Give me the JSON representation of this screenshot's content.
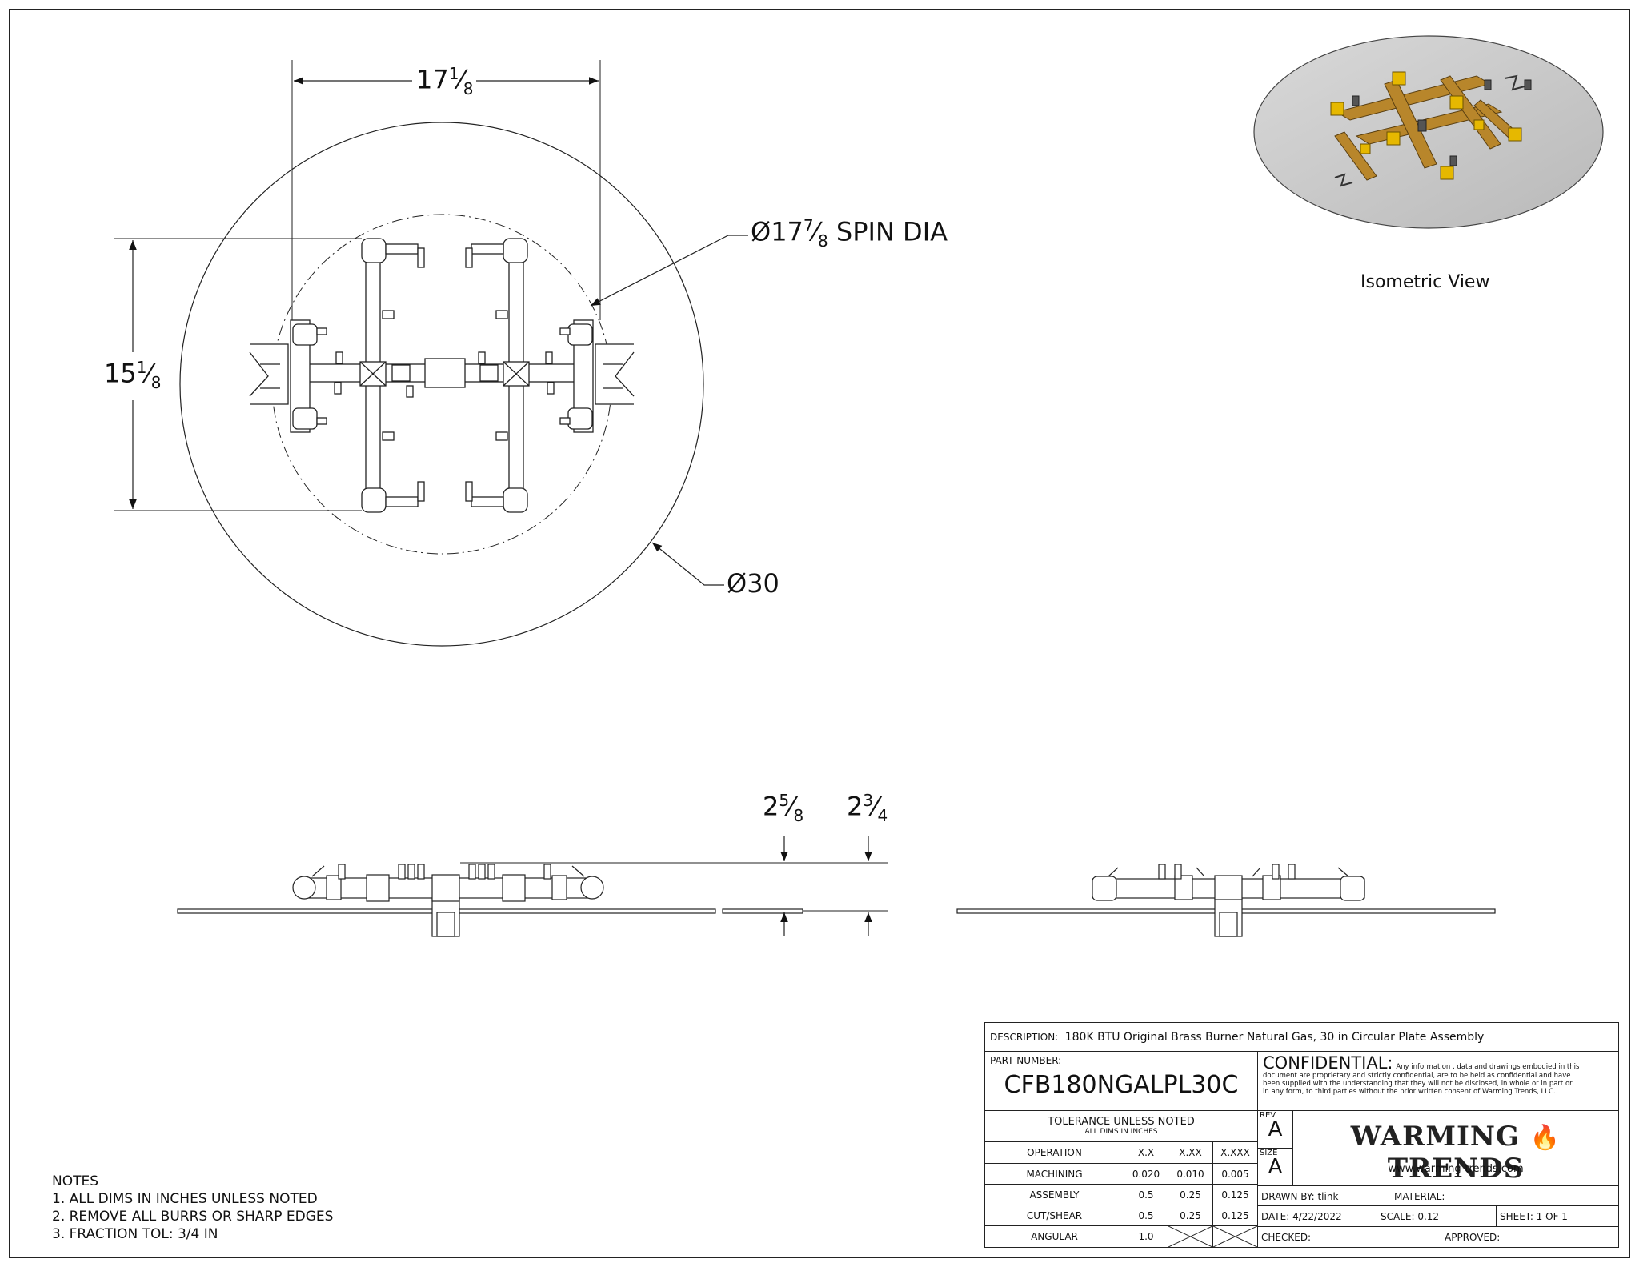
{
  "dims": {
    "top_width": {
      "whole": "17",
      "num": "1",
      "den": "8"
    },
    "spin_dia": {
      "prefix": "Ø17",
      "num": "7",
      "den": "8",
      "suffix": " SPIN DIA"
    },
    "height": {
      "whole": "15",
      "num": "1",
      "den": "8"
    },
    "plate_dia": "Ø30",
    "h1": {
      "whole": "2",
      "num": "5",
      "den": "8"
    },
    "h2": {
      "whole": "2",
      "num": "3",
      "den": "4"
    }
  },
  "iso_label": "Isometric View",
  "notes": {
    "title": "NOTES",
    "items": [
      "1. ALL DIMS IN INCHES UNLESS NOTED",
      "2. REMOVE ALL BURRS OR SHARP EDGES",
      "3. FRACTION TOL: 3/4 IN"
    ]
  },
  "title_block": {
    "description_label": "DESCRIPTION:",
    "description": "180K BTU Original Brass Burner Natural Gas, 30 in Circular Plate Assembly",
    "part_number_label": "PART NUMBER:",
    "part_number": "CFB180NGALPL30C",
    "confidential_title": "CONFIDENTIAL:",
    "confidential_text_1": "Any information , data and drawings embodied in this",
    "confidential_text_2": "document are proprietary and strictly confidential, are to be held as confidential and have",
    "confidential_text_3": "been supplied with the understanding that they will not be disclosed, in whole or in part or",
    "confidential_text_4": "in any form, to third parties without the prior written consent of Warming Trends, LLC.",
    "tolerance_title": "TOLERANCE UNLESS NOTED",
    "tolerance_sub": "ALL DIMS IN INCHES",
    "tol_headers": [
      "OPERATION",
      "X.X",
      "X.XX",
      "X.XXX"
    ],
    "tol_rows": [
      [
        "MACHINING",
        "0.020",
        "0.010",
        "0.005"
      ],
      [
        "ASSEMBLY",
        "0.5",
        "0.25",
        "0.125"
      ],
      [
        "CUT/SHEAR",
        "0.5",
        "0.25",
        "0.125"
      ],
      [
        "ANGULAR",
        "1.0",
        "",
        ""
      ]
    ],
    "rev_label": "REV",
    "rev": "A",
    "size_label": "SIZE",
    "size": "A",
    "logo_text_1": "WARMING",
    "logo_text_2": "TRENDS",
    "website": "www.warming-trends.com",
    "drawn_by": "DRAWN BY: tlink",
    "material": "MATERIAL:",
    "date": "DATE:   4/22/2022",
    "scale": "SCALE:  0.12",
    "sheet": "SHEET: 1   OF   1",
    "checked": "CHECKED:",
    "approved": "APPROVED:"
  }
}
